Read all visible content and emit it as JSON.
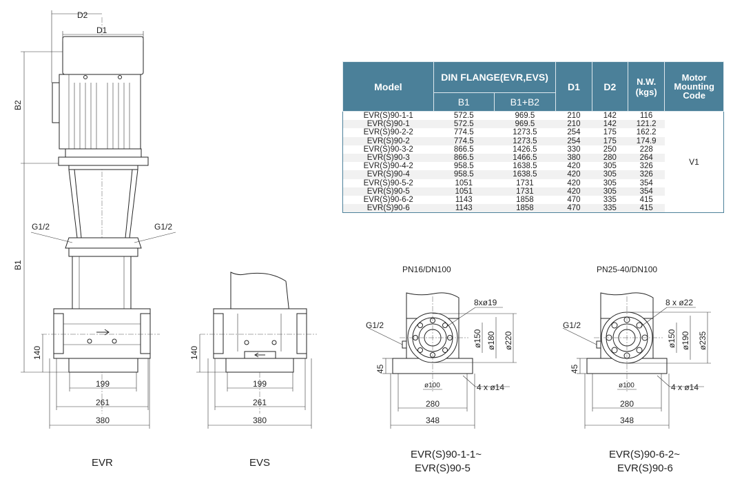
{
  "drawing": {
    "evr": {
      "title": "EVR",
      "d1": "D1",
      "d2": "D2",
      "b1": "B1",
      "b2": "B2",
      "g_left": "G1/2",
      "g_right": "G1/2",
      "h140": "140",
      "w199": "199",
      "w261": "261",
      "w380": "380"
    },
    "evs": {
      "title": "EVS",
      "h140": "140",
      "w199": "199",
      "w261": "261",
      "w380": "380"
    },
    "flange1": {
      "title": "PN16/DN100",
      "holes": "8xø19",
      "d150": "ø150",
      "d180": "ø180",
      "d220": "ø220",
      "g": "G1/2",
      "h45": "45",
      "d100": "ø100",
      "feet": "4 x ø14",
      "w280": "280",
      "w348": "348",
      "models_line1": "EVR(S)90-1-1~",
      "models_line2": "EVR(S)90-5"
    },
    "flange2": {
      "title": "PN25-40/DN100",
      "holes": "8 x ø22",
      "d150": "ø150",
      "d190": "ø190",
      "d235": "ø235",
      "g": "G1/2",
      "h45": "45",
      "d100": "ø100",
      "feet": "4 x ø14",
      "w280": "280",
      "w348": "348",
      "models_line1": "EVR(S)90-6-2~",
      "models_line2": "EVR(S)90-6"
    }
  },
  "table": {
    "headers": {
      "model": "Model",
      "din": "DIN FLANGE(EVR,EVS)",
      "b1": "B1",
      "b1b2": "B1+B2",
      "d1": "D1",
      "d2": "D2",
      "nw": "N.W.\n(kgs)",
      "motor": "Motor Mounting Code"
    },
    "motor_code": "V1",
    "rows": [
      [
        "EVR(S)90-1-1",
        "572.5",
        "969.5",
        "210",
        "142",
        "116"
      ],
      [
        "EVR(S)90-1",
        "572.5",
        "969.5",
        "210",
        "142",
        "121.2"
      ],
      [
        "EVR(S)90-2-2",
        "774.5",
        "1273.5",
        "254",
        "175",
        "162.2"
      ],
      [
        "EVR(S)90-2",
        "774.5",
        "1273.5",
        "254",
        "175",
        "174.9"
      ],
      [
        "EVR(S)90-3-2",
        "866.5",
        "1426.5",
        "330",
        "250",
        "228"
      ],
      [
        "EVR(S)90-3",
        "866.5",
        "1466.5",
        "380",
        "280",
        "264"
      ],
      [
        "EVR(S)90-4-2",
        "958.5",
        "1638.5",
        "420",
        "305",
        "326"
      ],
      [
        "EVR(S)90-4",
        "958.5",
        "1638.5",
        "420",
        "305",
        "326"
      ],
      [
        "EVR(S)90-5-2",
        "1051",
        "1731",
        "420",
        "305",
        "354"
      ],
      [
        "EVR(S)90-5",
        "1051",
        "1731",
        "420",
        "305",
        "354"
      ],
      [
        "EVR(S)90-6-2",
        "1143",
        "1858",
        "470",
        "335",
        "415"
      ],
      [
        "EVR(S)90-6",
        "1143",
        "1858",
        "470",
        "335",
        "415"
      ]
    ]
  }
}
